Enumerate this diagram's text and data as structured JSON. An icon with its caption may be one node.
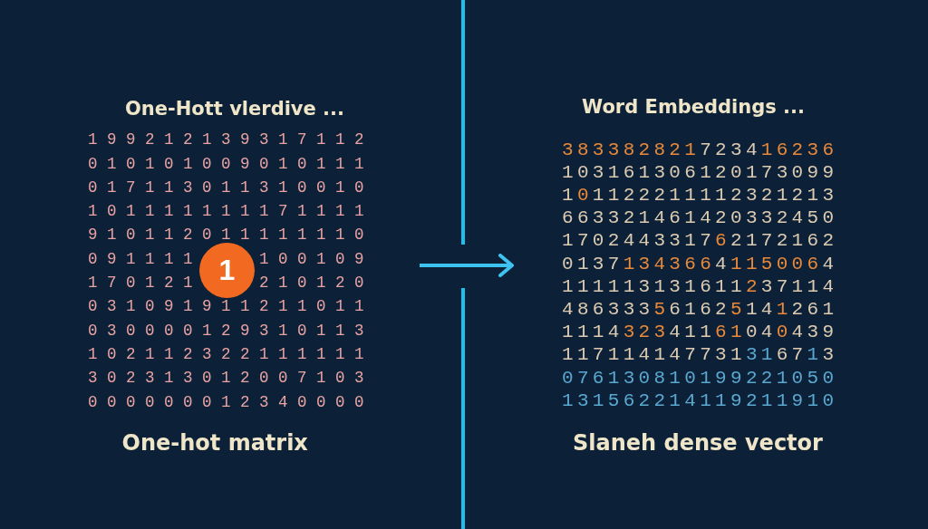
{
  "diagram": {
    "nodes": [
      {
        "text": [
          "One-Hott vlerdive ...",
          "1 9 9 2 1 2 1 3 9 3 1 7 1 1 2",
          "0 1 0 1 0 1 0 0 9 0 1 0 1 1 1",
          "0 1 7 1 1 3 0 1 1 3 1 0 0 1 0",
          "1 0 1 1 1 1 1 1 1 1 7 1 1 1 1",
          "9 1 0 1 1 2 0 1 1 1 1 1 1 1 0",
          "0 9 1 1 1 1",
          "1 0 0 1 0 9",
          "1 7 0 1 2 1",
          "2 1 0 1 2 0",
          "0 3 1 0 9 1 9 1 1 2 1 1 0 1 1",
          "0 3 0 0 0 0 1 2 9 3 1 0 1 1 3",
          "1 0 2 1 1 2 3 2 2 1 1 1 1 1 1",
          "3 0 2 3 1 3 0 1 2 0 0 7 1 0 3",
          "0 0 0 0 0 0 0 1 2 3 4 0 0 0 0"
        ],
        "beside": [
          "One-hot matrix"
        ]
      },
      {
        "text": [
          "1"
        ],
        "in": 0
      },
      {
        "text": [
          "Word Embeddings ...",
          "383382821723416236",
          "103161306120173099",
          "101122211112321213",
          "663321461420332450",
          "170244331762172162",
          "013713436641150064",
          "111113131611237114",
          "486333561625141261",
          "111432341161040439",
          "117114147731316713",
          "076130810199221050",
          "131562214119211910"
        ],
        "beside": [
          "Slaneh dense vector"
        ]
      }
    ],
    "edges": [
      {
        "from": 0,
        "to": 2,
        "arrow": "to"
      }
    ]
  }
}
